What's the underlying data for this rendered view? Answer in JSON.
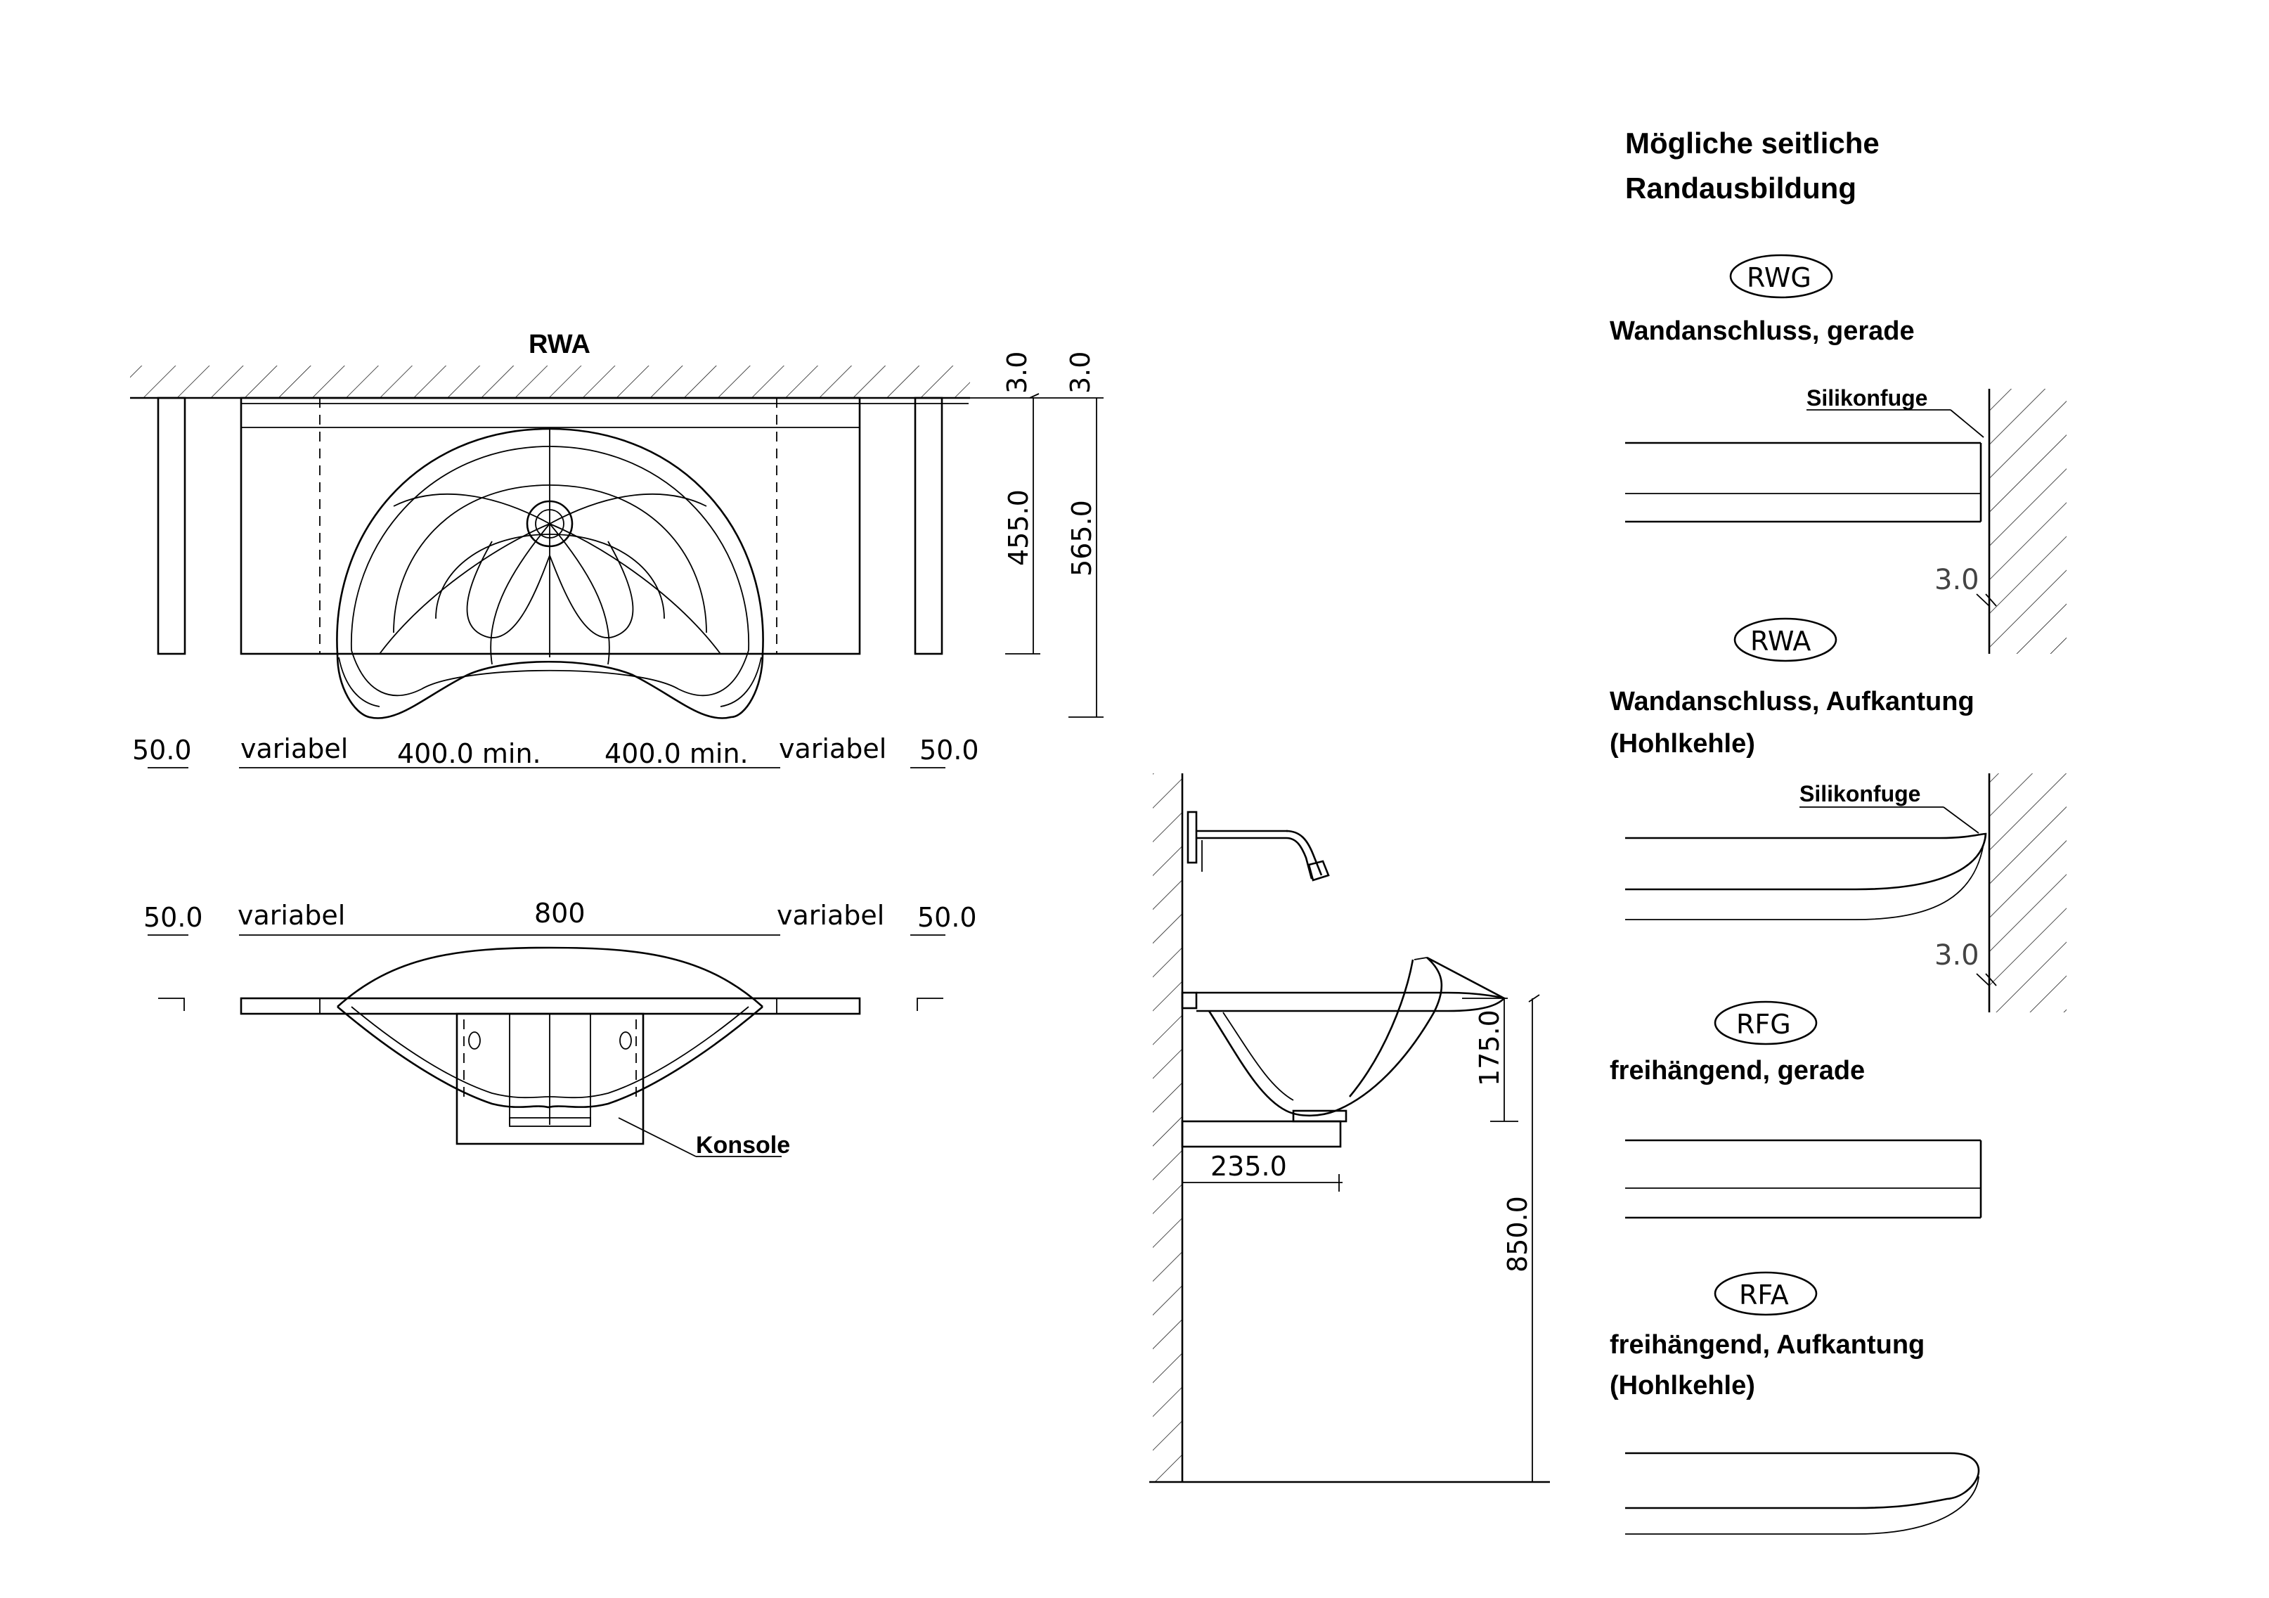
{
  "front_view": {
    "title": "RWA",
    "dims_top": [
      "3.0",
      "3.0"
    ],
    "dim_455": "455.0",
    "dim_565": "565.0",
    "dim_row": [
      "50.0",
      "variabel",
      "400.0  min.",
      "400.0  min.",
      "variabel",
      "50.0"
    ]
  },
  "top_view": {
    "dim_row": [
      "50.0",
      "variabel",
      "800",
      "variabel",
      "50.0"
    ],
    "console_label": "Konsole"
  },
  "side_view": {
    "dim_175": "175.0",
    "dim_235": "235.0",
    "dim_850": "850.0"
  },
  "edge_panel": {
    "heading_line1": "Mögliche seitliche",
    "heading_line2": "Randausbildung",
    "variants": [
      {
        "code": "RWG",
        "line1": "Wandanschluss, gerade",
        "line2": "",
        "note": "Silikonfuge",
        "dim": "3.0"
      },
      {
        "code": "RWA",
        "line1": "Wandanschluss, Aufkantung",
        "line2": "(Hohlkehle)",
        "note": "Silikonfuge",
        "dim": "3.0"
      },
      {
        "code": "RFG",
        "line1": "freihängend, gerade",
        "line2": "",
        "note": "",
        "dim": ""
      },
      {
        "code": "RFA",
        "line1": "freihängend, Aufkantung",
        "line2": "(Hohlkehle)",
        "note": "",
        "dim": ""
      }
    ]
  }
}
